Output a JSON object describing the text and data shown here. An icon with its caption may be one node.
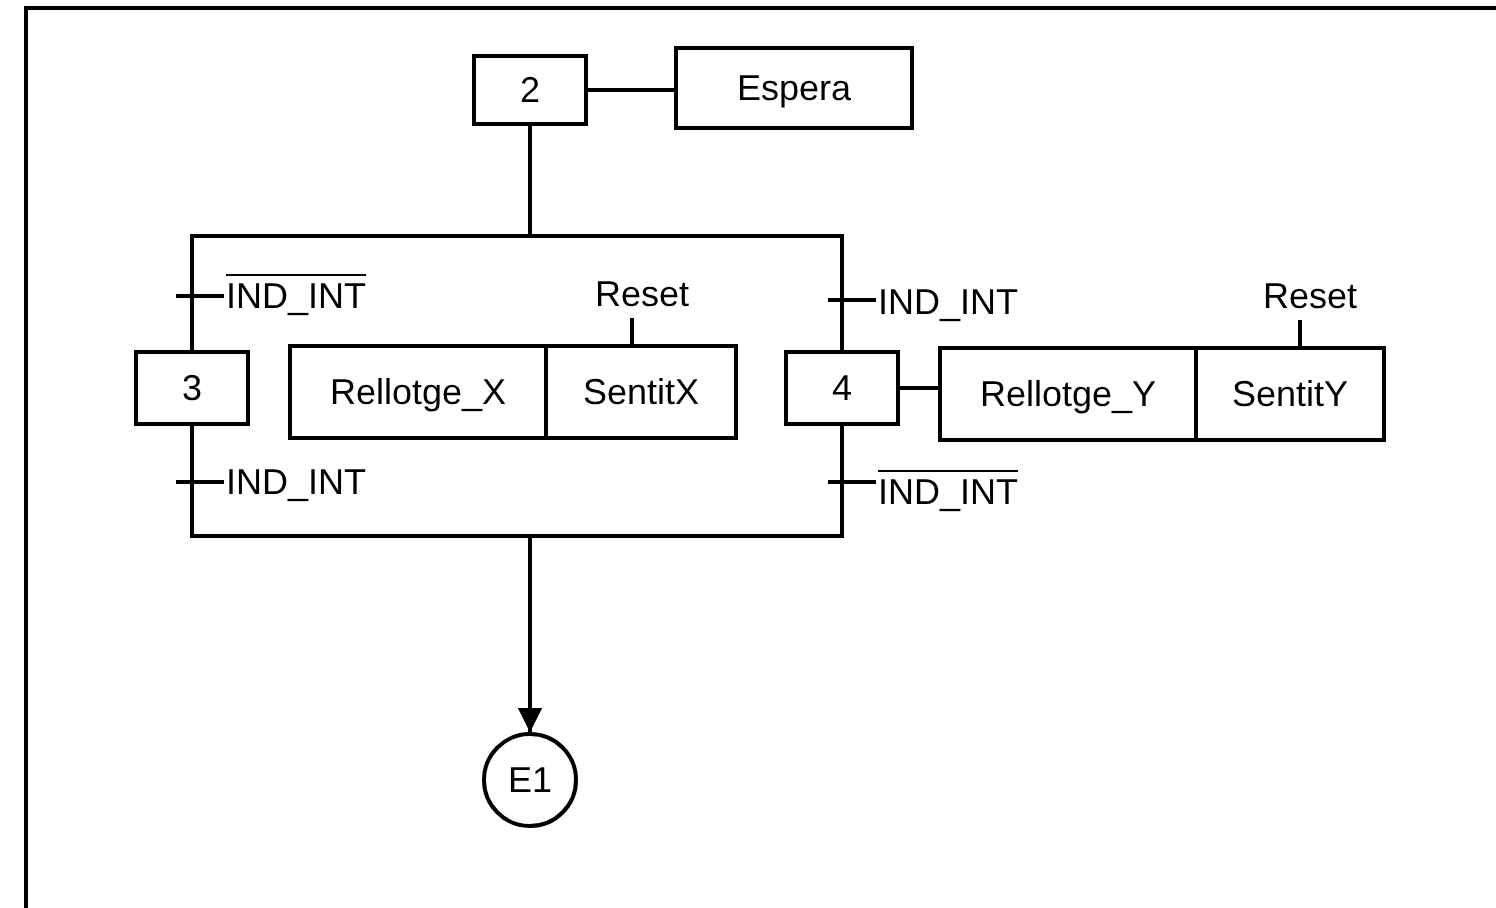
{
  "diagram": {
    "nodes": [
      {
        "text": [
          "2"
        ]
      },
      {
        "text": [
          "Espera"
        ]
      },
      {
        "text": [
          "Reset"
        ]
      },
      {
        "text": [
          "Reset"
        ]
      },
      {
        "text": [
          "3"
        ]
      },
      {
        "text": [
          "Rellotge_X"
        ]
      },
      {
        "text": [
          "SentitX"
        ]
      },
      {
        "text": [
          "4"
        ]
      },
      {
        "text": [
          "Rellotge_Y"
        ]
      },
      {
        "text": [
          "SentitY"
        ]
      },
      {
        "text": [
          "E1"
        ]
      }
    ],
    "edges": [
      {
        "from": 0,
        "to": 1,
        "arrow": "none"
      },
      {
        "from": 0,
        "to": 4,
        "arrow": "none",
        "label": "IND_INT"
      },
      {
        "from": 0,
        "to": 7,
        "arrow": "none",
        "label": "IND_INT"
      },
      {
        "from": 2,
        "to": 6,
        "arrow": "none"
      },
      {
        "from": 7,
        "to": 8,
        "arrow": "none"
      },
      {
        "from": 3,
        "to": 9,
        "arrow": "none"
      },
      {
        "from": 4,
        "to": 10,
        "arrow": "to",
        "label": "IND_INT"
      },
      {
        "from": 7,
        "to": 10,
        "arrow": "to",
        "label": "IND_INT"
      }
    ]
  }
}
